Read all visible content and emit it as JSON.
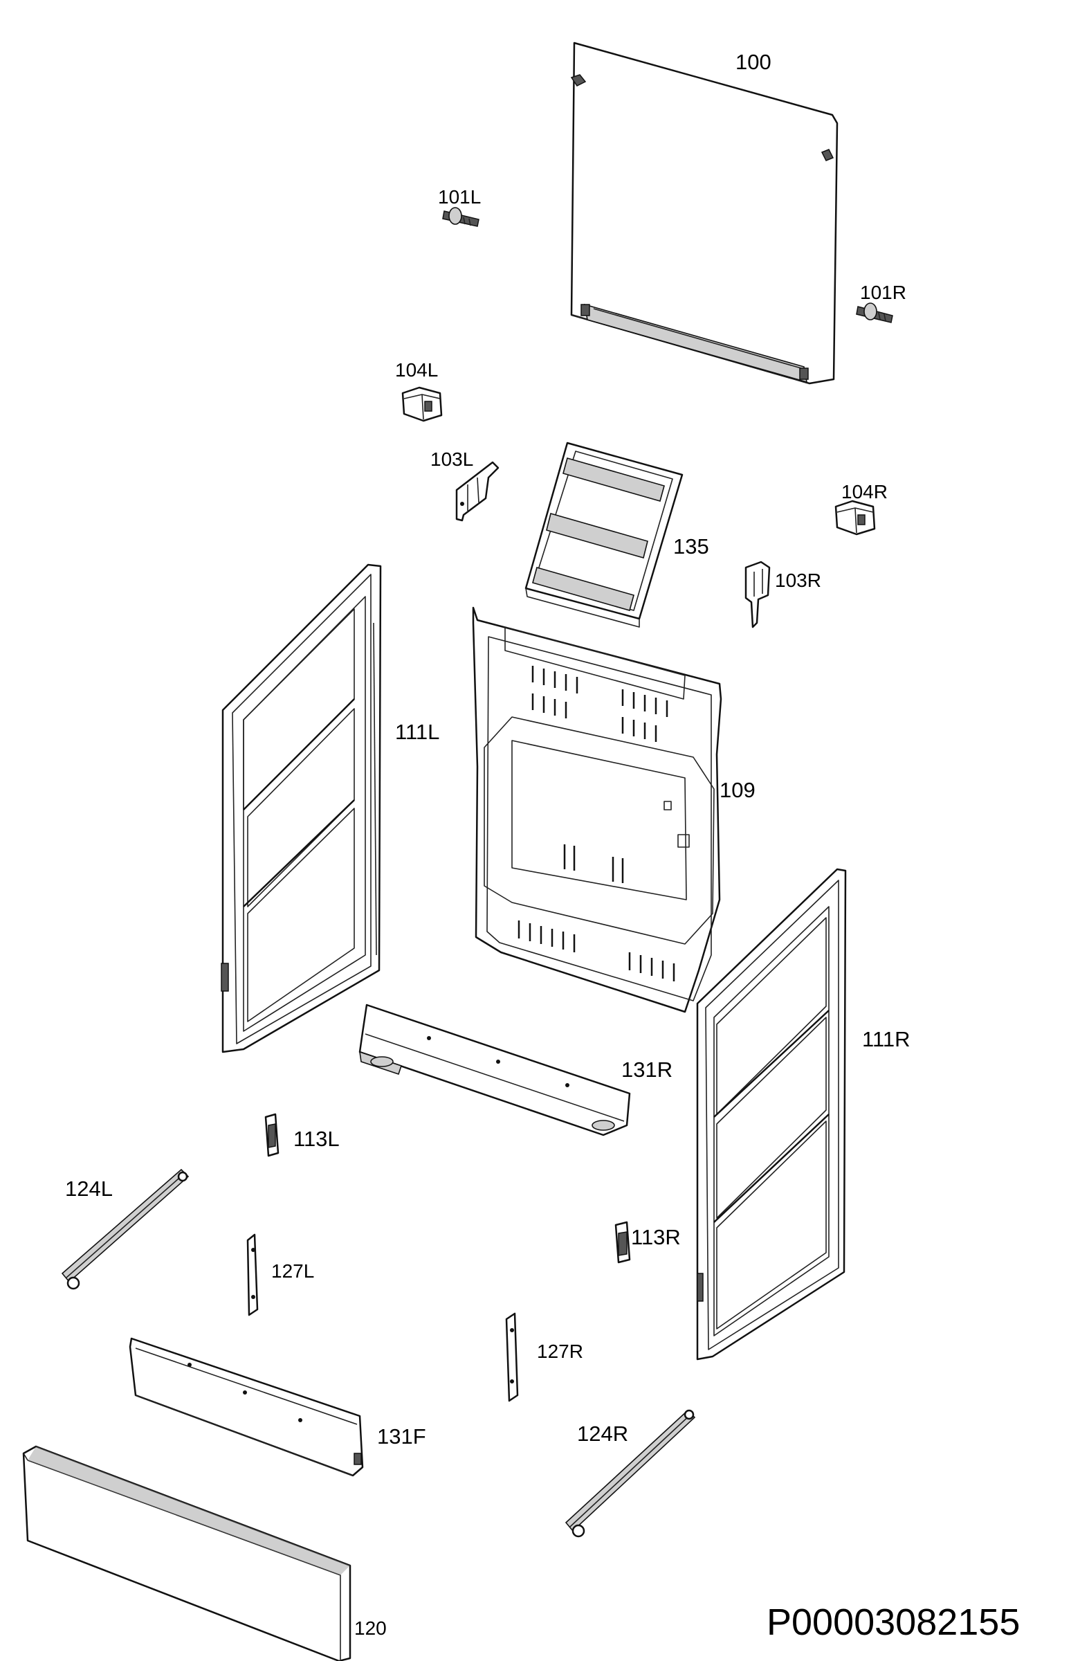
{
  "diagram": {
    "part_labels": {
      "p100": "100",
      "p101L": "101L",
      "p101R": "101R",
      "p104L": "104L",
      "p103L": "103L",
      "p104R": "104R",
      "p135": "135",
      "p103R": "103R",
      "p111L": "111L",
      "p109": "109",
      "p111R": "111R",
      "p131R": "131R",
      "p113L": "113L",
      "p124L": "124L",
      "p113R": "113R",
      "p127L": "127L",
      "p127R": "127R",
      "p131F": "131F",
      "p124R": "124R",
      "p120": "120"
    },
    "drawing_code": "P00003082155"
  }
}
